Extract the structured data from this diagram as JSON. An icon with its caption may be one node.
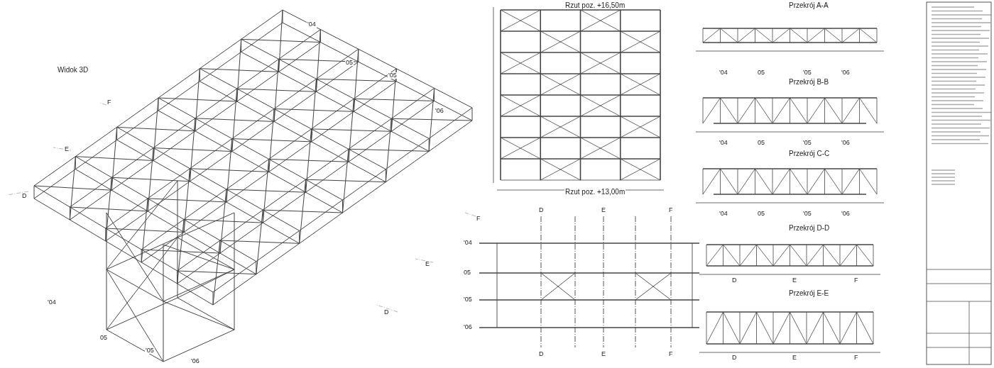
{
  "diagram": {
    "labels": [
      "Widok 3D",
      "Rzut poz. +16,50m",
      "Rzut poz. +13,00m",
      "Przekrój A-A",
      "Przekrój B-B",
      "Przekrój C-C",
      "Przekrój D-D",
      "Przekrój E-E",
      "'04",
      "05",
      "'05",
      "'06",
      "F",
      "E",
      "D",
      "'04",
      "05",
      "'05",
      "'06",
      "F",
      "E",
      "D",
      "D",
      "E",
      "F",
      "'04",
      "05",
      "'05",
      "'06",
      "D",
      "E",
      "F",
      "'04",
      "05",
      "'05",
      "'06",
      "'04",
      "05",
      "'05",
      "'06",
      "'04",
      "05",
      "'05",
      "'06",
      "D",
      "E",
      "F",
      "D",
      "E",
      "F"
    ]
  }
}
